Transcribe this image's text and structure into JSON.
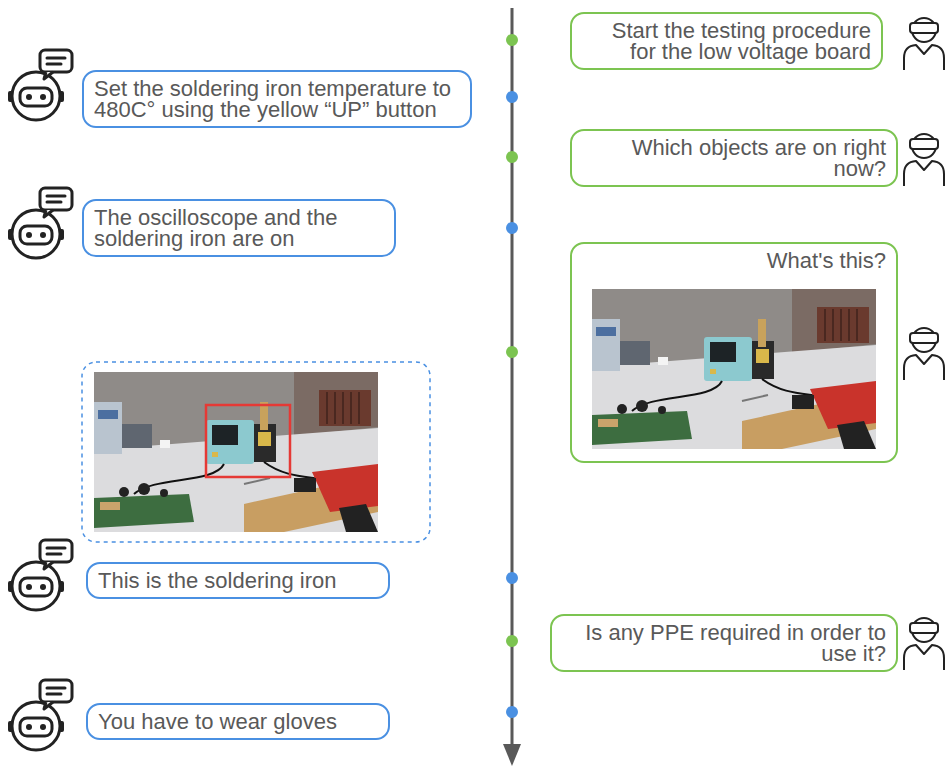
{
  "diagram": {
    "nodes": [
      {
        "text": [
          "Start the testing procedure for the low voltage board"
        ]
      },
      {
        "text": [
          "Set the soldering iron temperature to 480C° using the yellow “UP” button"
        ]
      },
      {
        "text": [
          "Which objects are on right now?"
        ]
      },
      {
        "text": [
          "The oscilloscope and the soldering iron are on"
        ]
      },
      {
        "text": [
          "What's this?"
        ]
      },
      {
        "text": [
          "This is the soldering iron"
        ]
      },
      {
        "text": [
          "Is any PPE required in order to use it?"
        ]
      },
      {
        "text": [
          "You have to wear gloves"
        ]
      }
    ]
  }
}
